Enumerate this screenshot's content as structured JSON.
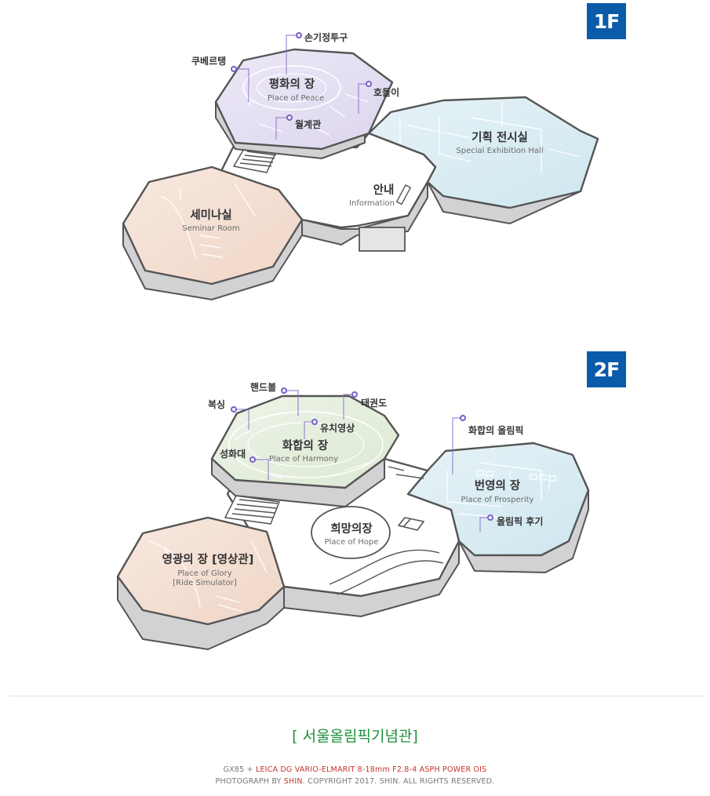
{
  "floors": {
    "f1": {
      "badge": "1F",
      "rooms": {
        "peace": {
          "ko": "평화의 장",
          "en": "Place of Peace"
        },
        "exhibition": {
          "ko": "기획 전시실",
          "en": "Special Exhibition Hall"
        },
        "info": {
          "ko": "안내",
          "en": "Information"
        },
        "seminar": {
          "ko": "세미나실",
          "en": "Seminar Room"
        }
      },
      "pins": {
        "torch": "손기정투구",
        "coubertin": "쿠베르탱",
        "hodori": "호돌이",
        "wolgye": "월계관"
      }
    },
    "f2": {
      "badge": "2F",
      "rooms": {
        "harmony": {
          "ko": "화합의 장",
          "en": "Place of Harmony"
        },
        "prosperity": {
          "ko": "번영의 장",
          "en": "Place of Prosperity"
        },
        "hope": {
          "ko": "희망의장",
          "en": "Place of Hope"
        },
        "glory": {
          "ko": "영광의 장 [영상관]",
          "en1": "Place of Glory",
          "en2": "[Ride Simulator]"
        }
      },
      "pins": {
        "handball": "핸드볼",
        "taekwondo": "태권도",
        "boxing": "복싱",
        "youth": "유치영상",
        "torch_relay": "성화대",
        "olympic_harmony": "화합의 올림픽",
        "olympic_legacy": "올림픽 후기"
      }
    }
  },
  "footer": {
    "title": "[ 서울올림픽기념관]",
    "camera_prefix": "GX85 + ",
    "lens": "LEICA DG VARIO-ELMARIT 8-18mm F2.8-4 ASPH POWER OIS",
    "photo_prefix": "PHOTOGRAPH  BY  ",
    "author": "SHIN",
    "copyright": ".  COPYRIGHT 2017. SHIN. ALL  RIGHTS  RESERVED."
  },
  "colors": {
    "badge": "#0b5bab",
    "peace": "#e6e1f3",
    "exhibition": "#dcedf3",
    "seminar": "#f5e1d6",
    "harmony": "#e6f0df",
    "prosperity": "#dcedf3",
    "glory": "#f5e1d6",
    "pin": "#7a5ec6",
    "footer_title": "#1d8f3a",
    "footer_highlight": "#c9302c"
  }
}
